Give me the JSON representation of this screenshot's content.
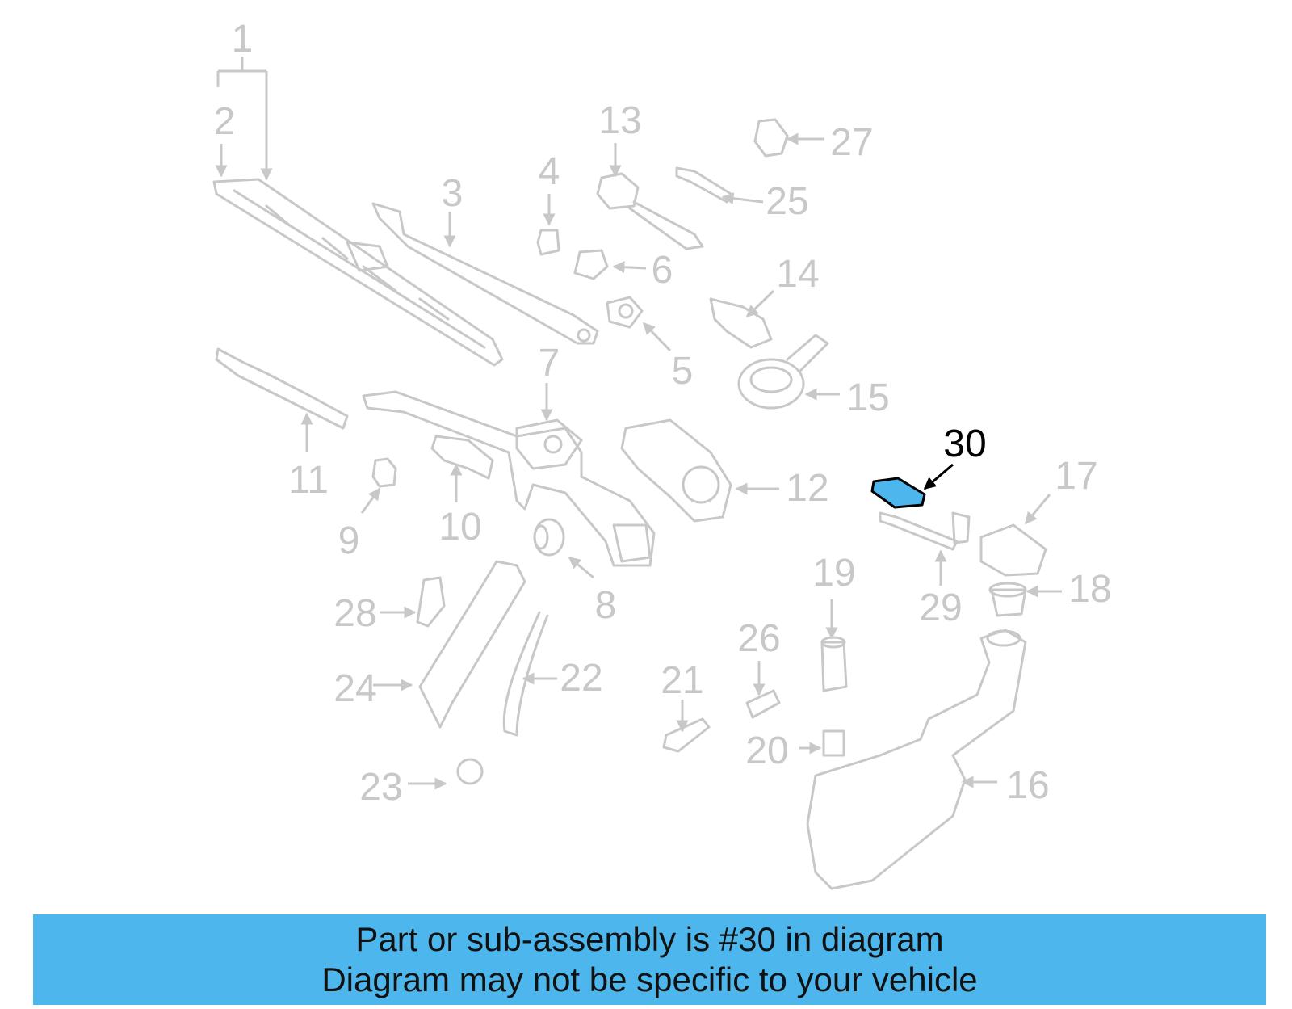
{
  "colors": {
    "muted": "#c8c8c8",
    "highlight_fill": "#4db6ec",
    "highlight_text": "#000000",
    "banner": "#4db6ec"
  },
  "diagram": {
    "highlighted_part": "30",
    "callouts": [
      {
        "id": "1",
        "text": "1"
      },
      {
        "id": "2",
        "text": "2"
      },
      {
        "id": "3",
        "text": "3"
      },
      {
        "id": "4",
        "text": "4"
      },
      {
        "id": "5",
        "text": "5"
      },
      {
        "id": "6",
        "text": "6"
      },
      {
        "id": "7",
        "text": "7"
      },
      {
        "id": "8",
        "text": "8"
      },
      {
        "id": "9",
        "text": "9"
      },
      {
        "id": "10",
        "text": "10"
      },
      {
        "id": "11",
        "text": "11"
      },
      {
        "id": "12",
        "text": "12"
      },
      {
        "id": "13",
        "text": "13"
      },
      {
        "id": "14",
        "text": "14"
      },
      {
        "id": "15",
        "text": "15"
      },
      {
        "id": "16",
        "text": "16"
      },
      {
        "id": "17",
        "text": "17"
      },
      {
        "id": "18",
        "text": "18"
      },
      {
        "id": "19",
        "text": "19"
      },
      {
        "id": "20",
        "text": "20"
      },
      {
        "id": "21",
        "text": "21"
      },
      {
        "id": "22",
        "text": "22"
      },
      {
        "id": "23",
        "text": "23"
      },
      {
        "id": "24",
        "text": "24"
      },
      {
        "id": "25",
        "text": "25"
      },
      {
        "id": "26",
        "text": "26"
      },
      {
        "id": "27",
        "text": "27"
      },
      {
        "id": "28",
        "text": "28"
      },
      {
        "id": "29",
        "text": "29"
      },
      {
        "id": "30",
        "text": "30"
      }
    ]
  },
  "banner": {
    "line1": "Part or sub-assembly is #30 in diagram",
    "line2": "Diagram may not be specific to your vehicle"
  }
}
